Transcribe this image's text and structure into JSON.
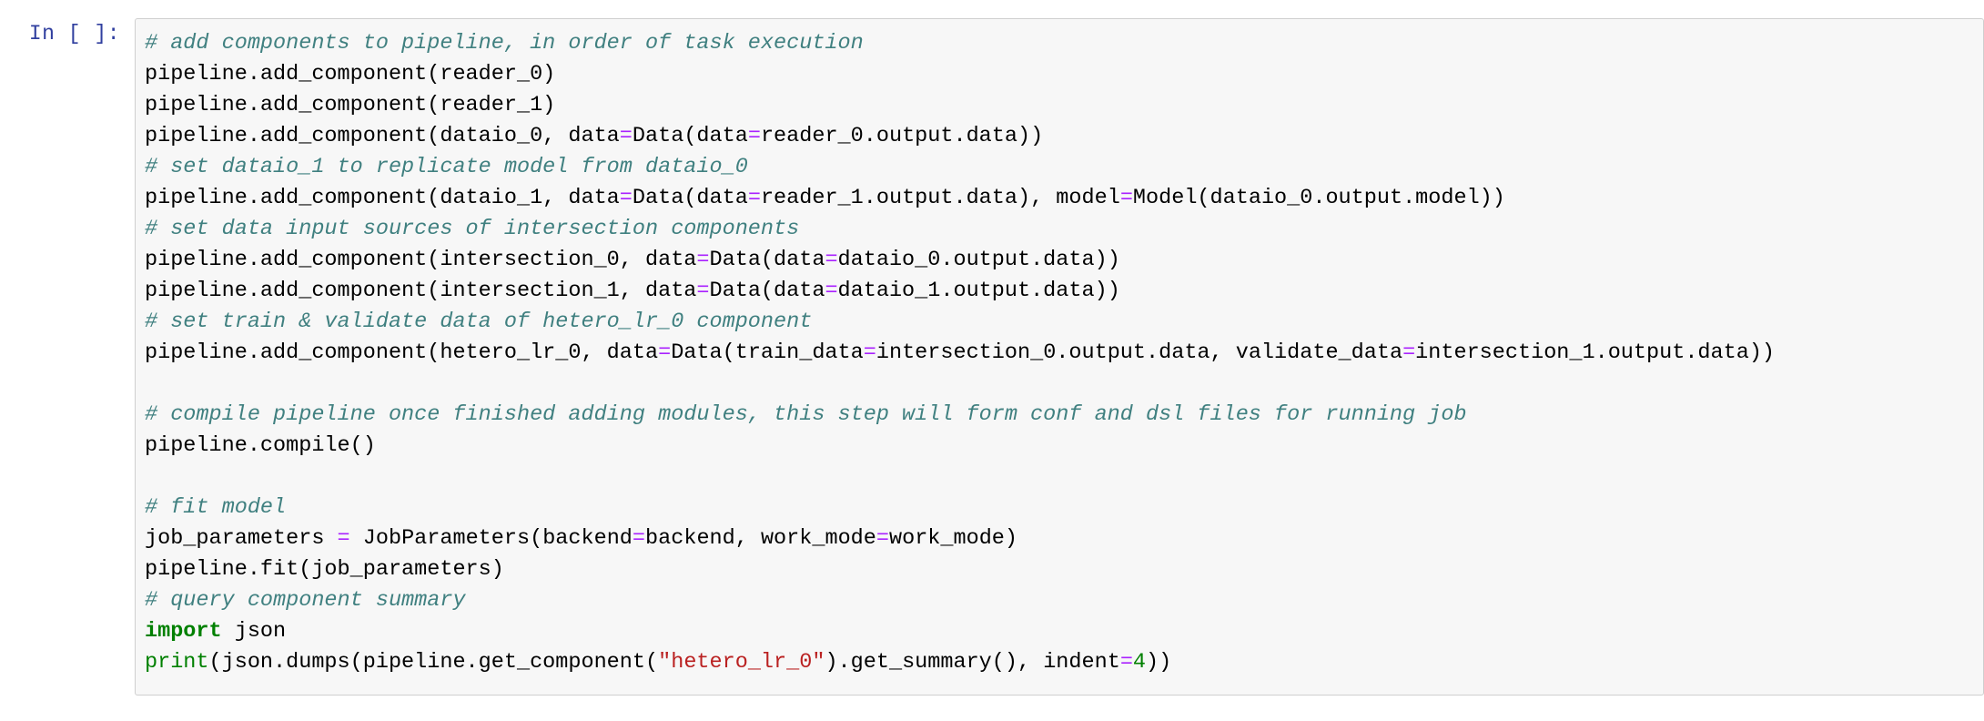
{
  "cell": {
    "prompt": "In [ ]:",
    "type": "code",
    "language": "python",
    "background_color": "#f7f7f7",
    "border_color": "#cfcfcf",
    "prompt_color": "#303f9f"
  },
  "syntax_colors": {
    "comment": "#408080",
    "keyword": "#008000",
    "builtin": "#008000",
    "string": "#ba2121",
    "number": "#008000",
    "operator_keyword_arg": "#aa22ff",
    "text": "#000000"
  },
  "code_lines": [
    {
      "index": 1,
      "text": "# add components to pipeline, in order of task execution",
      "tokens": [
        {
          "t": "# add components to pipeline, in order of task execution",
          "k": "comment"
        }
      ]
    },
    {
      "index": 2,
      "text": "pipeline.add_component(reader_0)",
      "tokens": [
        {
          "t": "pipeline.add_component(reader_0)",
          "k": "name"
        }
      ]
    },
    {
      "index": 3,
      "text": "pipeline.add_component(reader_1)",
      "tokens": [
        {
          "t": "pipeline.add_component(reader_1)",
          "k": "name"
        }
      ]
    },
    {
      "index": 4,
      "text": "pipeline.add_component(dataio_0, data=Data(data=reader_0.output.data))",
      "tokens": [
        {
          "t": "pipeline.add_component(dataio_0, data",
          "k": "name"
        },
        {
          "t": "=",
          "k": "kwop"
        },
        {
          "t": "Data(data",
          "k": "name"
        },
        {
          "t": "=",
          "k": "kwop"
        },
        {
          "t": "reader_0.output.data))",
          "k": "name"
        }
      ]
    },
    {
      "index": 5,
      "text": "# set dataio_1 to replicate model from dataio_0",
      "tokens": [
        {
          "t": "# set dataio_1 to replicate model from dataio_0",
          "k": "comment"
        }
      ]
    },
    {
      "index": 6,
      "text": "pipeline.add_component(dataio_1, data=Data(data=reader_1.output.data), model=Model(dataio_0.output.model))",
      "tokens": [
        {
          "t": "pipeline.add_component(dataio_1, data",
          "k": "name"
        },
        {
          "t": "=",
          "k": "kwop"
        },
        {
          "t": "Data(data",
          "k": "name"
        },
        {
          "t": "=",
          "k": "kwop"
        },
        {
          "t": "reader_1.output.data), model",
          "k": "name"
        },
        {
          "t": "=",
          "k": "kwop"
        },
        {
          "t": "Model(dataio_0.output.model))",
          "k": "name"
        }
      ]
    },
    {
      "index": 7,
      "text": "# set data input sources of intersection components",
      "tokens": [
        {
          "t": "# set data input sources of intersection components",
          "k": "comment"
        }
      ]
    },
    {
      "index": 8,
      "text": "pipeline.add_component(intersection_0, data=Data(data=dataio_0.output.data))",
      "tokens": [
        {
          "t": "pipeline.add_component(intersection_0, data",
          "k": "name"
        },
        {
          "t": "=",
          "k": "kwop"
        },
        {
          "t": "Data(data",
          "k": "name"
        },
        {
          "t": "=",
          "k": "kwop"
        },
        {
          "t": "dataio_0.output.data))",
          "k": "name"
        }
      ]
    },
    {
      "index": 9,
      "text": "pipeline.add_component(intersection_1, data=Data(data=dataio_1.output.data))",
      "tokens": [
        {
          "t": "pipeline.add_component(intersection_1, data",
          "k": "name"
        },
        {
          "t": "=",
          "k": "kwop"
        },
        {
          "t": "Data(data",
          "k": "name"
        },
        {
          "t": "=",
          "k": "kwop"
        },
        {
          "t": "dataio_1.output.data))",
          "k": "name"
        }
      ]
    },
    {
      "index": 10,
      "text": "# set train & validate data of hetero_lr_0 component",
      "tokens": [
        {
          "t": "# set train & validate data of hetero_lr_0 component",
          "k": "comment"
        }
      ]
    },
    {
      "index": 11,
      "text": "pipeline.add_component(hetero_lr_0, data=Data(train_data=intersection_0.output.data, validate_data=intersection_1.output.data))",
      "tokens": [
        {
          "t": "pipeline.add_component(hetero_lr_0, data",
          "k": "name"
        },
        {
          "t": "=",
          "k": "kwop"
        },
        {
          "t": "Data(train_data",
          "k": "name"
        },
        {
          "t": "=",
          "k": "kwop"
        },
        {
          "t": "intersection_0.output.data, validate_data",
          "k": "name"
        },
        {
          "t": "=",
          "k": "kwop"
        },
        {
          "t": "intersection_1.output.data))",
          "k": "name"
        }
      ]
    },
    {
      "index": 12,
      "text": "",
      "tokens": []
    },
    {
      "index": 13,
      "text": "# compile pipeline once finished adding modules, this step will form conf and dsl files for running job",
      "tokens": [
        {
          "t": "# compile pipeline once finished adding modules, this step will form conf and dsl files for running job",
          "k": "comment"
        }
      ]
    },
    {
      "index": 14,
      "text": "pipeline.compile()",
      "tokens": [
        {
          "t": "pipeline.compile()",
          "k": "name"
        }
      ]
    },
    {
      "index": 15,
      "text": "",
      "tokens": []
    },
    {
      "index": 16,
      "text": "# fit model",
      "tokens": [
        {
          "t": "# fit model",
          "k": "comment"
        }
      ]
    },
    {
      "index": 17,
      "text": "job_parameters = JobParameters(backend=backend, work_mode=work_mode)",
      "tokens": [
        {
          "t": "job_parameters ",
          "k": "name"
        },
        {
          "t": "=",
          "k": "kwop"
        },
        {
          "t": " JobParameters(backend",
          "k": "name"
        },
        {
          "t": "=",
          "k": "kwop"
        },
        {
          "t": "backend, work_mode",
          "k": "name"
        },
        {
          "t": "=",
          "k": "kwop"
        },
        {
          "t": "work_mode)",
          "k": "name"
        }
      ]
    },
    {
      "index": 18,
      "text": "pipeline.fit(job_parameters)",
      "tokens": [
        {
          "t": "pipeline.fit(job_parameters)",
          "k": "name"
        }
      ]
    },
    {
      "index": 19,
      "text": "# query component summary",
      "tokens": [
        {
          "t": "# query component summary",
          "k": "comment"
        }
      ]
    },
    {
      "index": 20,
      "text": "import json",
      "tokens": [
        {
          "t": "import",
          "k": "keyword"
        },
        {
          "t": " json",
          "k": "name"
        }
      ]
    },
    {
      "index": 21,
      "text": "print(json.dumps(pipeline.get_component(\"hetero_lr_0\").get_summary(), indent=4))",
      "tokens": [
        {
          "t": "print",
          "k": "builtin"
        },
        {
          "t": "(json.dumps(pipeline.get_component(",
          "k": "name"
        },
        {
          "t": "\"hetero_lr_0\"",
          "k": "string"
        },
        {
          "t": ").get_summary(), indent",
          "k": "name"
        },
        {
          "t": "=",
          "k": "kwop"
        },
        {
          "t": "4",
          "k": "number"
        },
        {
          "t": "))",
          "k": "name"
        }
      ]
    }
  ]
}
